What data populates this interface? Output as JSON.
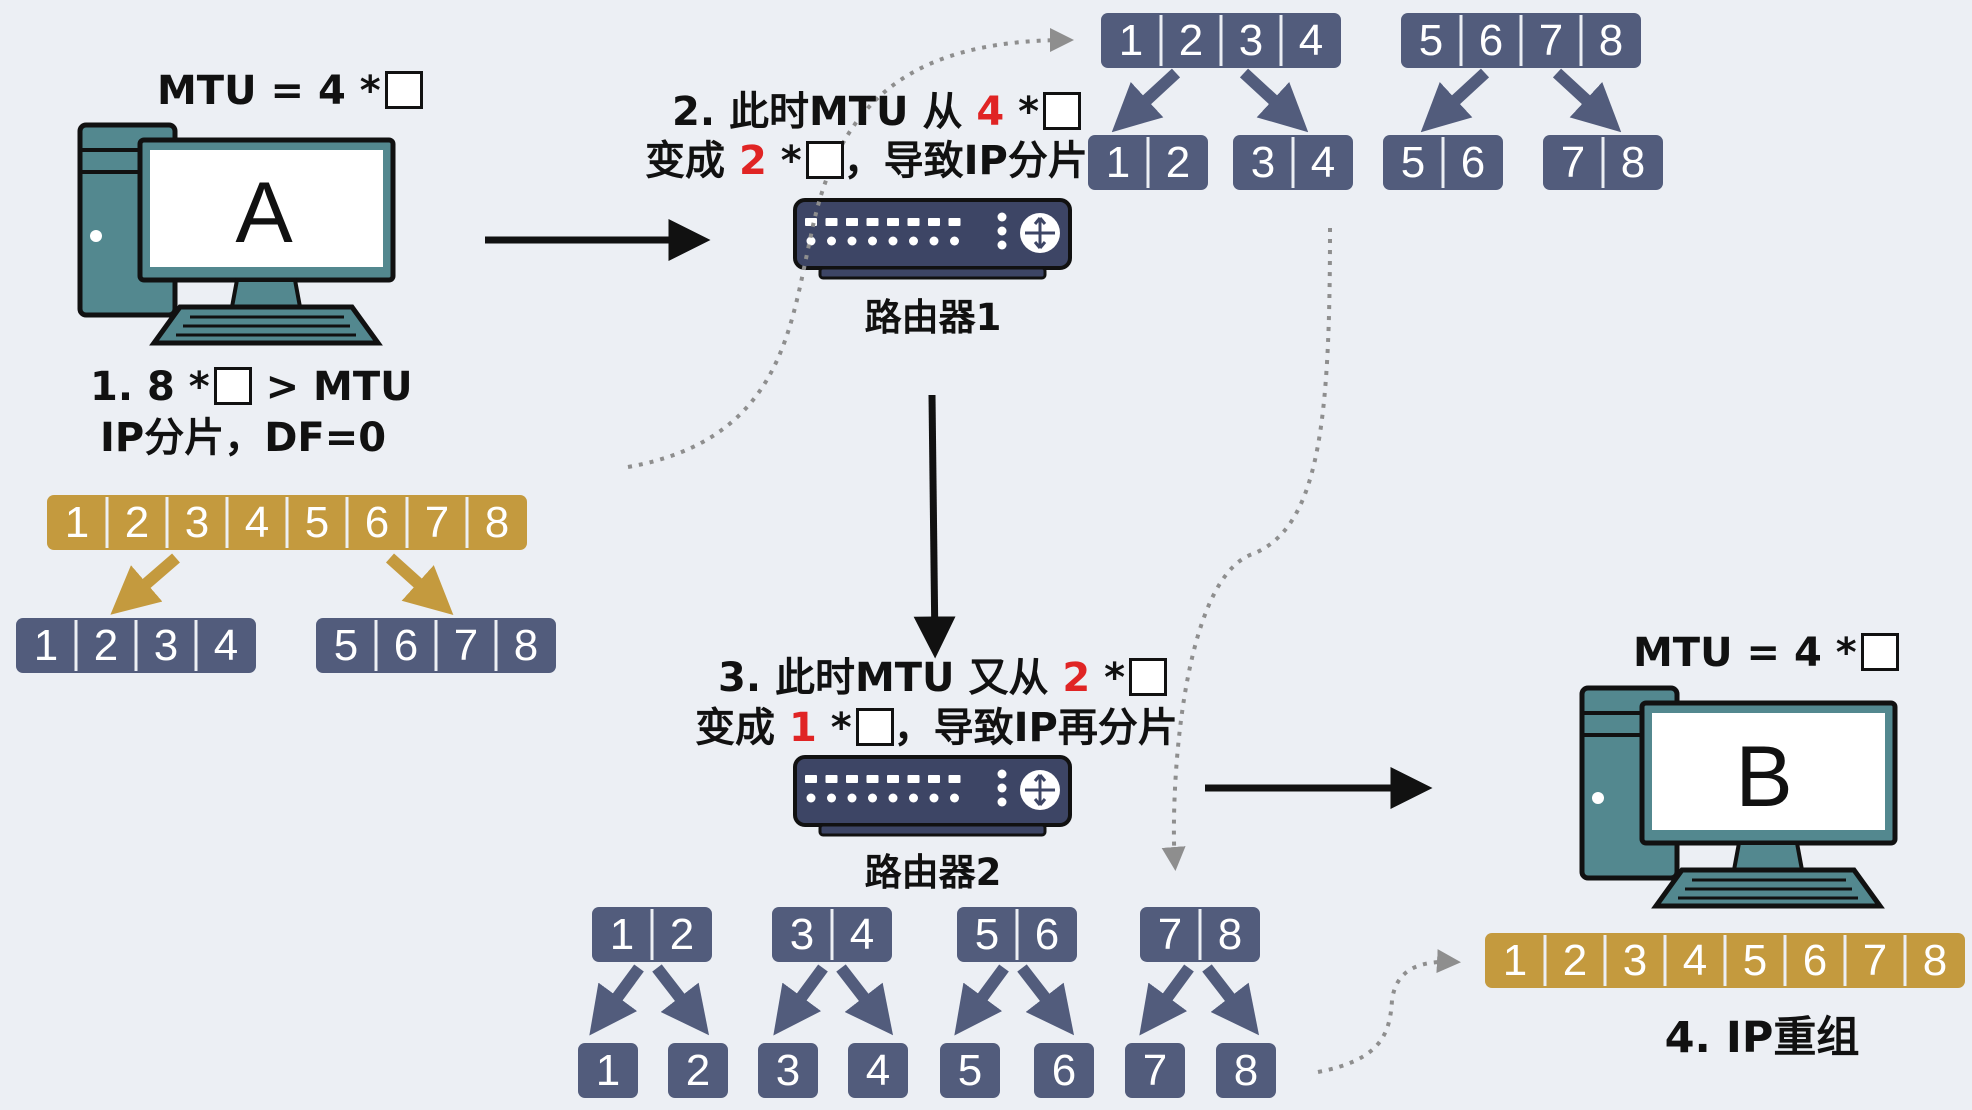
{
  "computers": {
    "a": {
      "label": "A",
      "mtu_text": "MTU = 4 *"
    },
    "b": {
      "label": "B",
      "mtu_text": "MTU = 4 *"
    }
  },
  "routers": {
    "r1": {
      "label": "路由器1"
    },
    "r2": {
      "label": "路由器2"
    }
  },
  "steps": {
    "step1": {
      "line1_pre": "1.  8 *",
      "line1_post": "> MTU",
      "line2": "IP分片，DF=0"
    },
    "step2": {
      "l1_a": "2. 此时MTU 从 ",
      "l1_red": "4",
      "l1_b": " *",
      "l2_a": "变成 ",
      "l2_red": "2",
      "l2_b": " *",
      "l2_c": "，导致IP分片"
    },
    "step3": {
      "l1_a": "3. 此时MTU 又从 ",
      "l1_red": "2",
      "l1_b": " *",
      "l2_a": "变成 ",
      "l2_red": "1",
      "l2_b": " *",
      "l2_c": "，导致IP再分片"
    },
    "step4": {
      "text": "4. IP重组"
    }
  },
  "packets": {
    "original": [
      "1",
      "2",
      "3",
      "4",
      "5",
      "6",
      "7",
      "8"
    ],
    "a_frag_left": [
      "1",
      "2",
      "3",
      "4"
    ],
    "a_frag_right": [
      "5",
      "6",
      "7",
      "8"
    ],
    "r1_in_left": [
      "1",
      "2",
      "3",
      "4"
    ],
    "r1_in_right": [
      "5",
      "6",
      "7",
      "8"
    ],
    "r1_out": [
      [
        "1",
        "2"
      ],
      [
        "3",
        "4"
      ],
      [
        "5",
        "6"
      ],
      [
        "7",
        "8"
      ]
    ],
    "r2_in": [
      [
        "1",
        "2"
      ],
      [
        "3",
        "4"
      ],
      [
        "5",
        "6"
      ],
      [
        "7",
        "8"
      ]
    ],
    "r2_out": [
      "1",
      "2",
      "3",
      "4",
      "5",
      "6",
      "7",
      "8"
    ],
    "reassembled": [
      "1",
      "2",
      "3",
      "4",
      "5",
      "6",
      "7",
      "8"
    ]
  },
  "colors": {
    "background": "#eceff4",
    "fragment": "#525c7c",
    "original_packet": "#c49a3e",
    "computer_teal": "#53888f",
    "router_body": "#3d4565",
    "highlight_red": "#e02424",
    "arrow_black": "#111111",
    "dotted_gray": "#8e8e8e"
  }
}
